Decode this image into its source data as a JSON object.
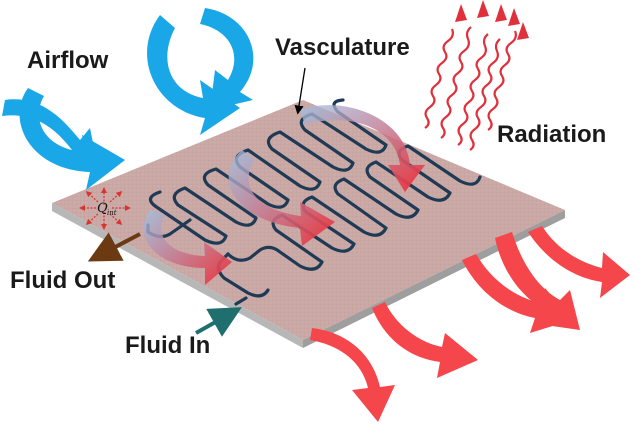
{
  "labels": {
    "airflow": "Airflow",
    "vasculature": "Vasculature",
    "radiation": "Radiation",
    "fluid_out": "Fluid Out",
    "fluid_in": "Fluid In",
    "q_symbol": "Q",
    "q_subscript": "int"
  },
  "colors": {
    "plate_top": "#c9a9a6",
    "plate_edge": "#a3a3a3",
    "channel": "#1f3a55",
    "airflow_arrow": "#1aa7e8",
    "hot_arrow": "#f5464b",
    "radiation_wave": "#e0303b",
    "fluid_out_arrow": "#6b3a12",
    "fluid_in_arrow": "#1f6f6f",
    "heat_source_arrow": "#d9342f"
  },
  "icons": [
    "airflow-arrow-icon",
    "heat-exit-arrow-icon",
    "radiation-wave-icon",
    "heat-source-icon"
  ]
}
